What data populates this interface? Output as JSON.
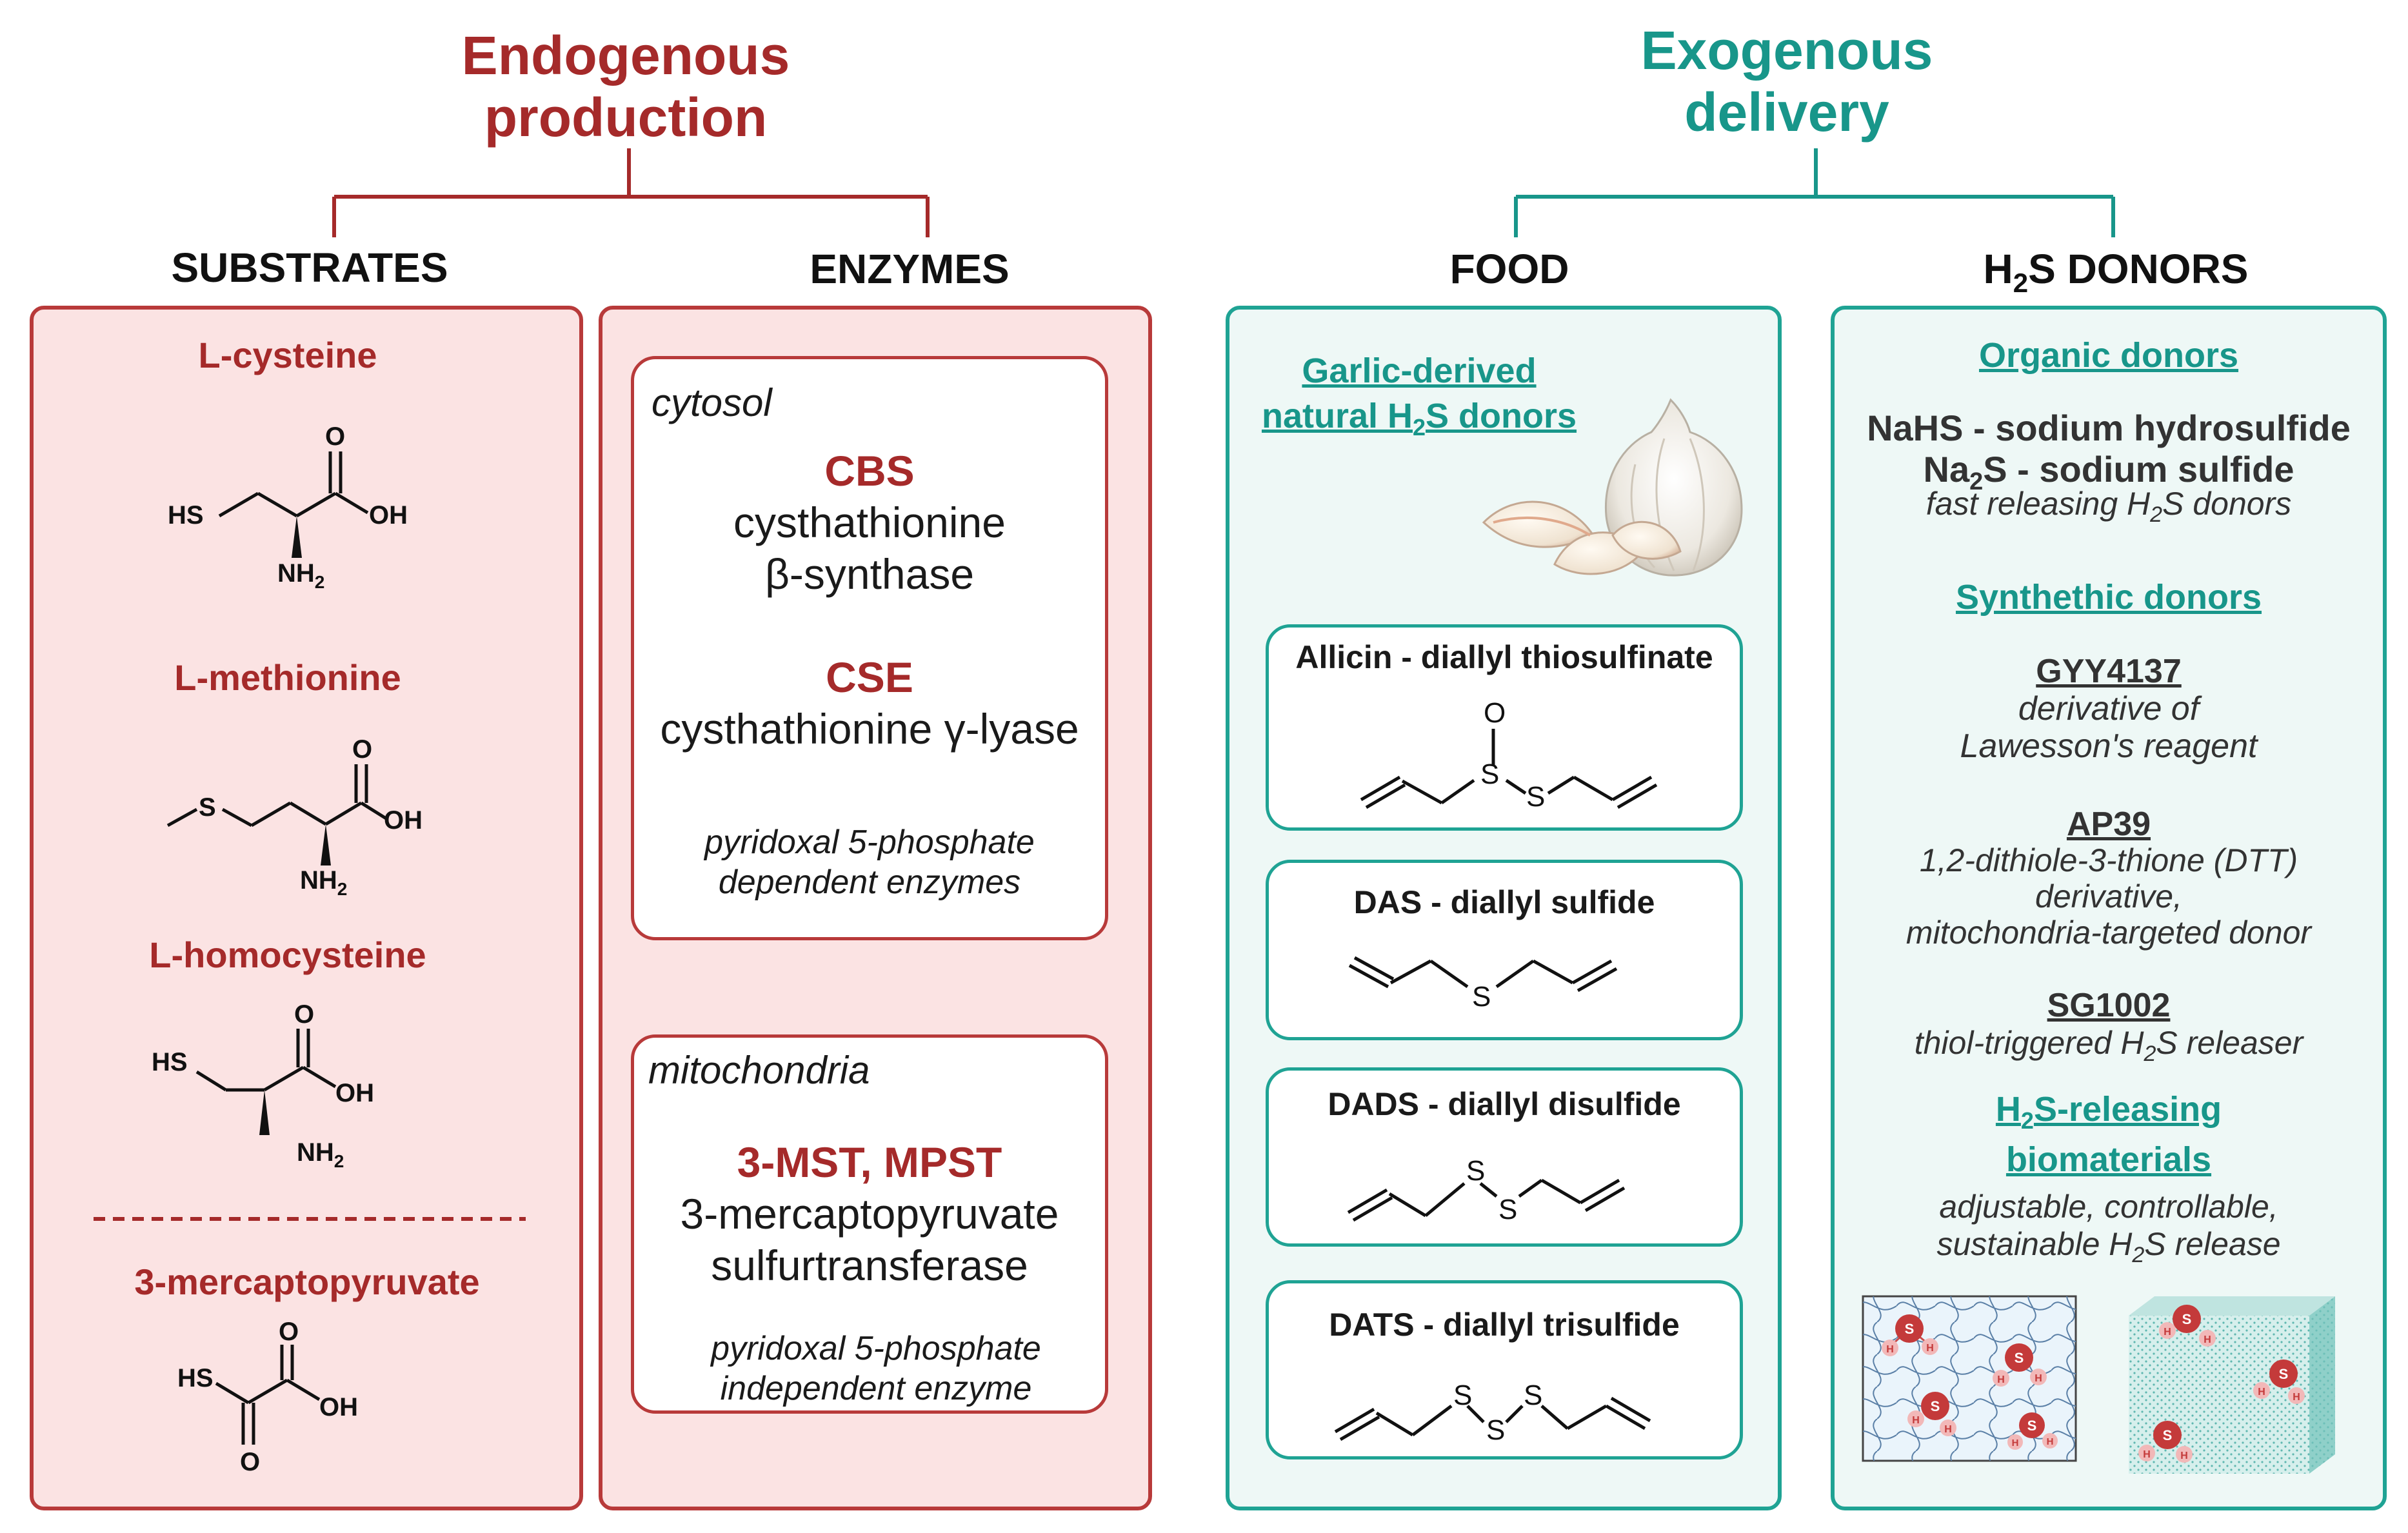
{
  "endogenous": {
    "title_line1": "Endogenous",
    "title_line2": "production",
    "substrates": {
      "header": "SUBSTRATES",
      "items": [
        {
          "name": "L-cysteine",
          "atoms": [
            "HS",
            "O",
            "OH",
            "NH2"
          ]
        },
        {
          "name": "L-methionine",
          "atoms": [
            "S",
            "O",
            "OH",
            "NH2"
          ]
        },
        {
          "name": "L-homocysteine",
          "atoms": [
            "HS",
            "O",
            "OH",
            "NH2"
          ]
        },
        {
          "name": "3-mercaptopyruvate",
          "atoms": [
            "HS",
            "O",
            "OH",
            "O"
          ]
        }
      ]
    },
    "enzymes": {
      "header": "ENZYMES",
      "cytosol": {
        "location": "cytosol",
        "enzyme1_abbr": "CBS",
        "enzyme1_line1": "cysthathionine",
        "enzyme1_line2": "β-synthase",
        "enzyme2_abbr": "CSE",
        "enzyme2_name": "cysthathionine γ-lyase",
        "note_line1": "pyridoxal 5-phosphate",
        "note_line2": "dependent enzymes"
      },
      "mitochondria": {
        "location": "mitochondria",
        "enzyme_abbr": "3-MST, MPST",
        "enzyme_line1": "3-mercaptopyruvate",
        "enzyme_line2": "sulfurtransferase",
        "note_line1": "pyridoxal 5-phosphate",
        "note_line2": "independent enzyme"
      }
    }
  },
  "exogenous": {
    "title_line1": "Exogenous",
    "title_line2": "delivery",
    "food": {
      "header": "FOOD",
      "garlic_title_line1": "Garlic-derived",
      "garlic_title_line2_pre": "natural H",
      "garlic_title_line2_sub": "2",
      "garlic_title_line2_post": "S donors",
      "compounds": [
        {
          "label": "Allicin - diallyl thiosulfinate",
          "atoms": [
            "O",
            "S",
            "S"
          ]
        },
        {
          "label": "DAS - diallyl sulfide",
          "atoms": [
            "S"
          ]
        },
        {
          "label": "DADS - diallyl disulfide",
          "atoms": [
            "S",
            "S"
          ]
        },
        {
          "label": "DATS - diallyl trisulfide",
          "atoms": [
            "S",
            "S",
            "S"
          ]
        }
      ]
    },
    "donors": {
      "header_pre": "H",
      "header_sub": "2",
      "header_post": "S DONORS",
      "organic_title": "Organic donors",
      "nahs": "NaHS - sodium hydrosulfide",
      "na2s_pre": "Na",
      "na2s_sub": "2",
      "na2s_post": "S - sodium sulfide",
      "fast_pre": "fast releasing H",
      "fast_sub": "2",
      "fast_post": "S donors",
      "synthetic_title": "Synthethic donors",
      "gyy_name": "GYY4137",
      "gyy_desc1": "derivative of",
      "gyy_desc2": "Lawesson's reagent",
      "ap39_name": "AP39",
      "ap39_desc1": "1,2-dithiole-3-thione (DTT)",
      "ap39_desc2": "derivative,",
      "ap39_desc3": "mitochondria-targeted donor",
      "sg_name": "SG1002",
      "sg_desc_pre": "thiol-triggered H",
      "sg_desc_sub": "2",
      "sg_desc_post": "S releaser",
      "bio_title1_pre": "H",
      "bio_title1_sub": "2",
      "bio_title1_post": "S-releasing",
      "bio_title2": "biomaterials",
      "bio_desc1": "adjustable, controllable,",
      "bio_desc2_pre": "sustainable H",
      "bio_desc2_sub": "2",
      "bio_desc2_post": "S release",
      "molecule_atoms": [
        "S",
        "H"
      ]
    }
  },
  "colors": {
    "endogenous": "#a52a2a",
    "exogenous": "#18968a",
    "red_panel_fill": "#fbe3e3",
    "teal_panel_fill": "#eef8f6"
  }
}
